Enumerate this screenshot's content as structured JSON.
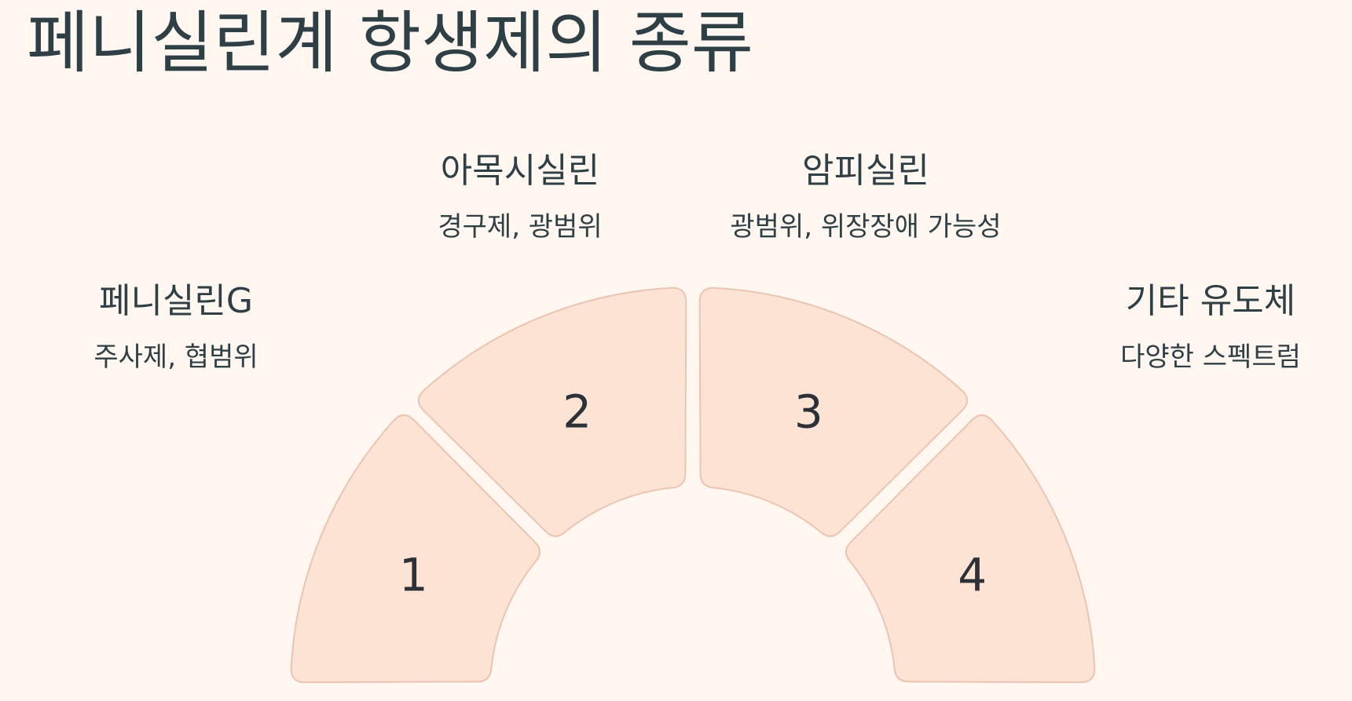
{
  "title": "페니실린계 항생제의 종류",
  "items": [
    {
      "number": "1",
      "name": "페니실린G",
      "desc": "주사제, 협범위"
    },
    {
      "number": "2",
      "name": "아목시실린",
      "desc": "경구제, 광범위"
    },
    {
      "number": "3",
      "name": "암피실린",
      "desc": "광범위, 위장장애 가능성"
    },
    {
      "number": "4",
      "name": "기타 유도체",
      "desc": "다양한 스펙트럼"
    }
  ],
  "colors": {
    "background": "#FFF7F0",
    "segment_fill": "#FDE3D3",
    "segment_stroke": "#EBC4B1",
    "text": "#2E3F45"
  }
}
